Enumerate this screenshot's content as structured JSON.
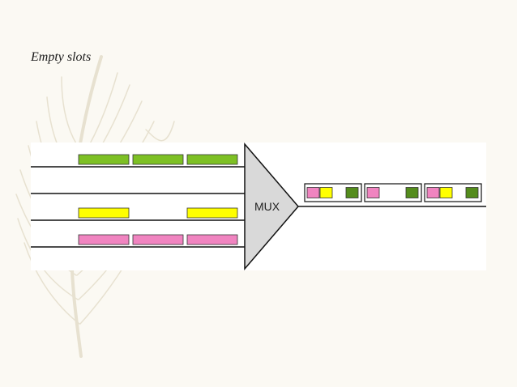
{
  "slide": {
    "title": "Empty slots"
  },
  "diagram": {
    "mux_label": "MUX",
    "colors": {
      "green": "#7dc024",
      "yellow": "#ffff00",
      "pink": "#f084c0",
      "dark_green": "#548c1c",
      "mux_fill": "#d9d9d9",
      "line": "#111111"
    },
    "input_lines": [
      {
        "name": "input-line-green",
        "slots": [
          "green",
          "green",
          "green"
        ]
      },
      {
        "name": "input-line-empty",
        "slots": [
          null,
          null,
          null
        ]
      },
      {
        "name": "input-line-yellow",
        "slots": [
          "yellow",
          null,
          "yellow"
        ]
      },
      {
        "name": "input-line-pink",
        "slots": [
          "pink",
          "pink",
          "pink"
        ]
      }
    ],
    "output_frames": [
      [
        "pink",
        "yellow",
        null,
        "dark_green"
      ],
      [
        "pink",
        null,
        null,
        "dark_green"
      ],
      [
        "pink",
        "yellow",
        null,
        "dark_green"
      ]
    ]
  }
}
